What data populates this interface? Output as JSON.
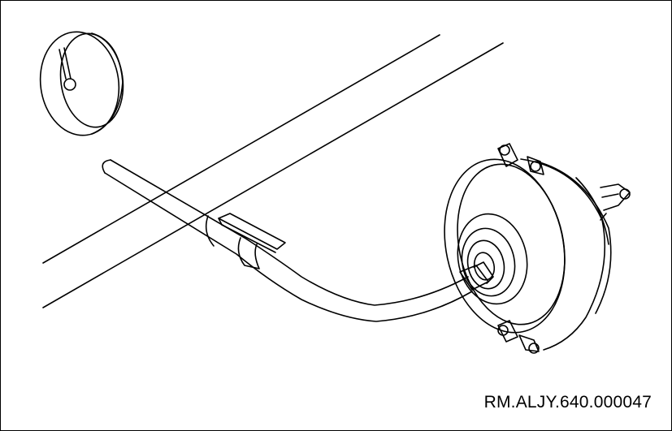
{
  "figure": {
    "reference_code": "RM.ALJY.640.000047",
    "line_color": "#000000",
    "background_color": "#ffffff",
    "parts": [
      "axle-beam",
      "brake-line-hose",
      "hose-clamp",
      "brake-chamber",
      "diaphragm-clamp-ring",
      "clevis-yoke",
      "bleed-cap-inset"
    ]
  }
}
